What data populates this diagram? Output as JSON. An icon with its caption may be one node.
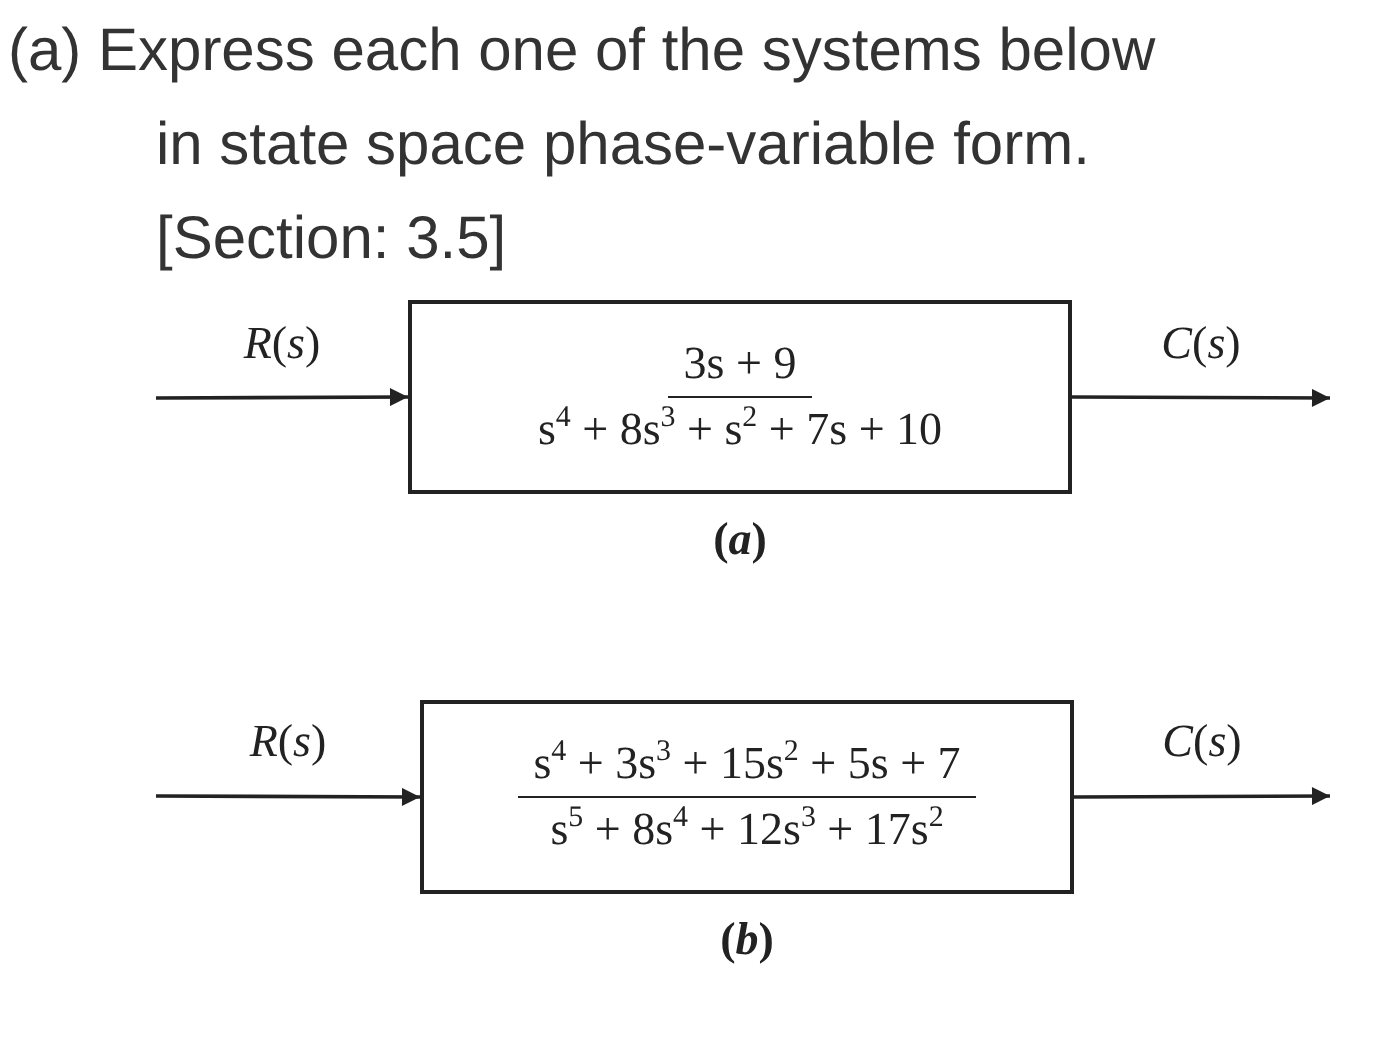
{
  "diagram": {
    "title": "(a) Express each one of the systems below in state space phase-variable form. [Section: 3.5]",
    "nodes": [
      {
        "text": [
          "3s + 9",
          "s$^{4}$ + 8s$^{3}$ + s$^{2}$ + 7s + 10"
        ],
        "beside": [
          "(*a*)"
        ]
      },
      {
        "text": [
          "s$^{4}$ + 3s$^{3}$ + 15s$^{2}$ + 5s + 7",
          "s$^{5}$ + 8s$^{4}$ + 12s$^{3}$ + 17s$^{2}$"
        ],
        "beside": [
          "(*b*)"
        ]
      }
    ],
    "edges": [
      {
        "from": null,
        "to": 0,
        "arrow": "to",
        "label": "*R*(*s*)"
      },
      {
        "from": 0,
        "to": null,
        "arrow": "to",
        "label": "*C*(*s*)"
      },
      {
        "from": null,
        "to": 1,
        "arrow": "to",
        "label": "*R*(*s*)"
      },
      {
        "from": 1,
        "to": null,
        "arrow": "to",
        "label": "*C*(*s*)"
      }
    ]
  }
}
